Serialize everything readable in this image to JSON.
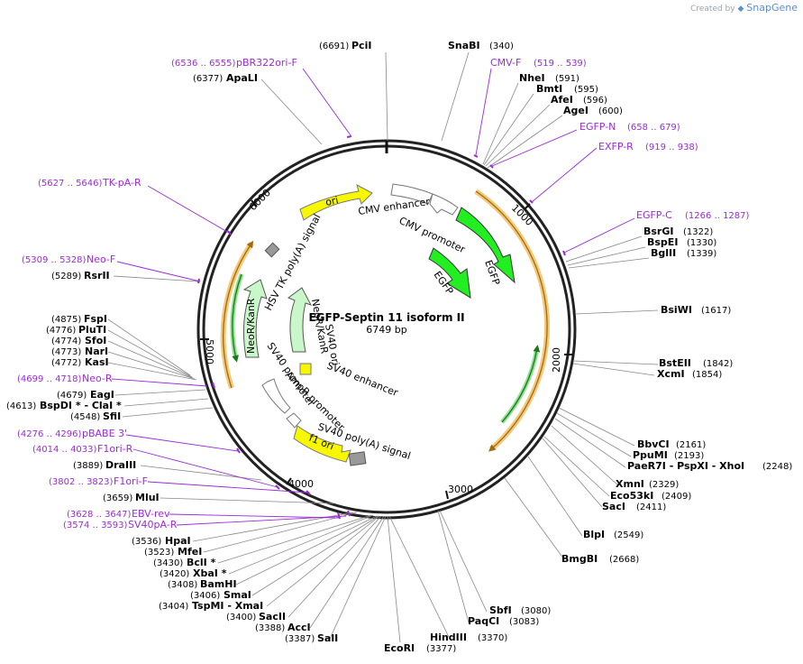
{
  "title": "EGFP-Septin 11  isoform II",
  "length_label": "6749 bp",
  "total_bp": 6749,
  "watermark": {
    "prefix": "Created by",
    "brand": "SnapGene"
  },
  "colors": {
    "primer": "#9a2bd9",
    "cds_green": "#22ee22",
    "orf_outline": "#a06a10",
    "orf_fill": "#f5c97a"
  },
  "tick_labels": [
    "1000",
    "2000",
    "3000",
    "4000",
    "5000",
    "6000"
  ],
  "enzymes_right": [
    {
      "name": "NheI",
      "pos": "(591)"
    },
    {
      "name": "BmtI",
      "pos": "(595)"
    },
    {
      "name": "AfeI",
      "pos": "(596)"
    },
    {
      "name": "AgeI",
      "pos": "(600)"
    },
    {
      "name": "BsrGI",
      "pos": "(1322)"
    },
    {
      "name": "BspEI",
      "pos": "(1330)"
    },
    {
      "name": "BglII",
      "pos": "(1339)"
    },
    {
      "name": "BsiWI",
      "pos": "(1617)"
    },
    {
      "name": "BstEII",
      "pos": "(1842)"
    },
    {
      "name": "XcmI",
      "pos": "(1854)"
    },
    {
      "name": "BbvCI",
      "pos": "(2161)"
    },
    {
      "name": "PpuMI",
      "pos": "(2193)"
    },
    {
      "name": "PaeR7I - PspXI - XhoI",
      "pos": "(2248)"
    },
    {
      "name": "XmnI",
      "pos": "(2329)"
    },
    {
      "name": "Eco53kI",
      "pos": "(2409)"
    },
    {
      "name": "SacI",
      "pos": "(2411)"
    },
    {
      "name": "BlpI",
      "pos": "(2549)"
    },
    {
      "name": "BmgBI",
      "pos": "(2668)"
    },
    {
      "name": "SbfI",
      "pos": "(3080)"
    },
    {
      "name": "PaqCI",
      "pos": "(3083)"
    },
    {
      "name": "HindIII",
      "pos": "(3370)"
    }
  ],
  "enzymes_top": [
    {
      "name": "PciI",
      "pos": "(6691)"
    },
    {
      "name": "SnaBI",
      "pos": "(340)"
    },
    {
      "name": "ApaLI",
      "pos": "(6377)"
    }
  ],
  "enzymes_left": [
    {
      "name": "RsrII",
      "pos": "(5289)"
    },
    {
      "name": "FspI",
      "pos": "(4875)"
    },
    {
      "name": "PluTI",
      "pos": "(4776)"
    },
    {
      "name": "SfoI",
      "pos": "(4774)"
    },
    {
      "name": "NarI",
      "pos": "(4773)"
    },
    {
      "name": "KasI",
      "pos": "(4772)"
    },
    {
      "name": "EagI",
      "pos": "(4679)"
    },
    {
      "name": "BspDI * - ClaI *",
      "pos": "(4613)"
    },
    {
      "name": "SfiI",
      "pos": "(4548)"
    },
    {
      "name": "DraIII",
      "pos": "(3889)"
    },
    {
      "name": "MluI",
      "pos": "(3659)"
    },
    {
      "name": "HpaI",
      "pos": "(3536)"
    },
    {
      "name": "MfeI",
      "pos": "(3523)"
    },
    {
      "name": "BclI *",
      "pos": "(3430)"
    },
    {
      "name": "XbaI *",
      "pos": "(3420)"
    },
    {
      "name": "BamHI",
      "pos": "(3408)"
    },
    {
      "name": "SmaI",
      "pos": "(3406)"
    },
    {
      "name": "TspMI - XmaI",
      "pos": "(3404)"
    },
    {
      "name": "SacII",
      "pos": "(3400)"
    },
    {
      "name": "AccI",
      "pos": "(3388)"
    },
    {
      "name": "SalI",
      "pos": "(3387)"
    },
    {
      "name": "EcoRI",
      "pos": "(3377)"
    }
  ],
  "primers": [
    {
      "name": "pBR322ori-F",
      "pos": "(6536 .. 6555)"
    },
    {
      "name": "CMV-F",
      "pos": "(519 .. 539)"
    },
    {
      "name": "EGFP-N",
      "pos": "(658 .. 679)"
    },
    {
      "name": "EXFP-R",
      "pos": "(919 .. 938)"
    },
    {
      "name": "EGFP-C",
      "pos": "(1266 .. 1287)"
    },
    {
      "name": "TK-pA-R",
      "pos": "(5627 .. 5646)"
    },
    {
      "name": "Neo-F",
      "pos": "(5309 .. 5328)"
    },
    {
      "name": "Neo-R",
      "pos": "(4699 .. 4718)"
    },
    {
      "name": "pBABE 3'",
      "pos": "(4276 .. 4296)"
    },
    {
      "name": "F1ori-R",
      "pos": "(4014 .. 4033)"
    },
    {
      "name": "F1ori-F",
      "pos": "(3802 .. 3823)"
    },
    {
      "name": "EBV-rev",
      "pos": "(3628 .. 3647)"
    },
    {
      "name": "SV40pA-R",
      "pos": "(3574 .. 3593)"
    }
  ],
  "features": [
    {
      "name": "ori"
    },
    {
      "name": "CMV enhancer"
    },
    {
      "name": "CMV promoter"
    },
    {
      "name": "EGFP"
    },
    {
      "name": "EGFP"
    },
    {
      "name": "HSV TK poly(A) signal"
    },
    {
      "name": "NeoR/KanR"
    },
    {
      "name": "NeoR/KanR"
    },
    {
      "name": "SV40 ori"
    },
    {
      "name": "SV40 enhancer"
    },
    {
      "name": "SV40 promoter"
    },
    {
      "name": "AmpR promoter"
    },
    {
      "name": "SV40 poly(A) signal"
    },
    {
      "name": "f1 ori"
    }
  ]
}
